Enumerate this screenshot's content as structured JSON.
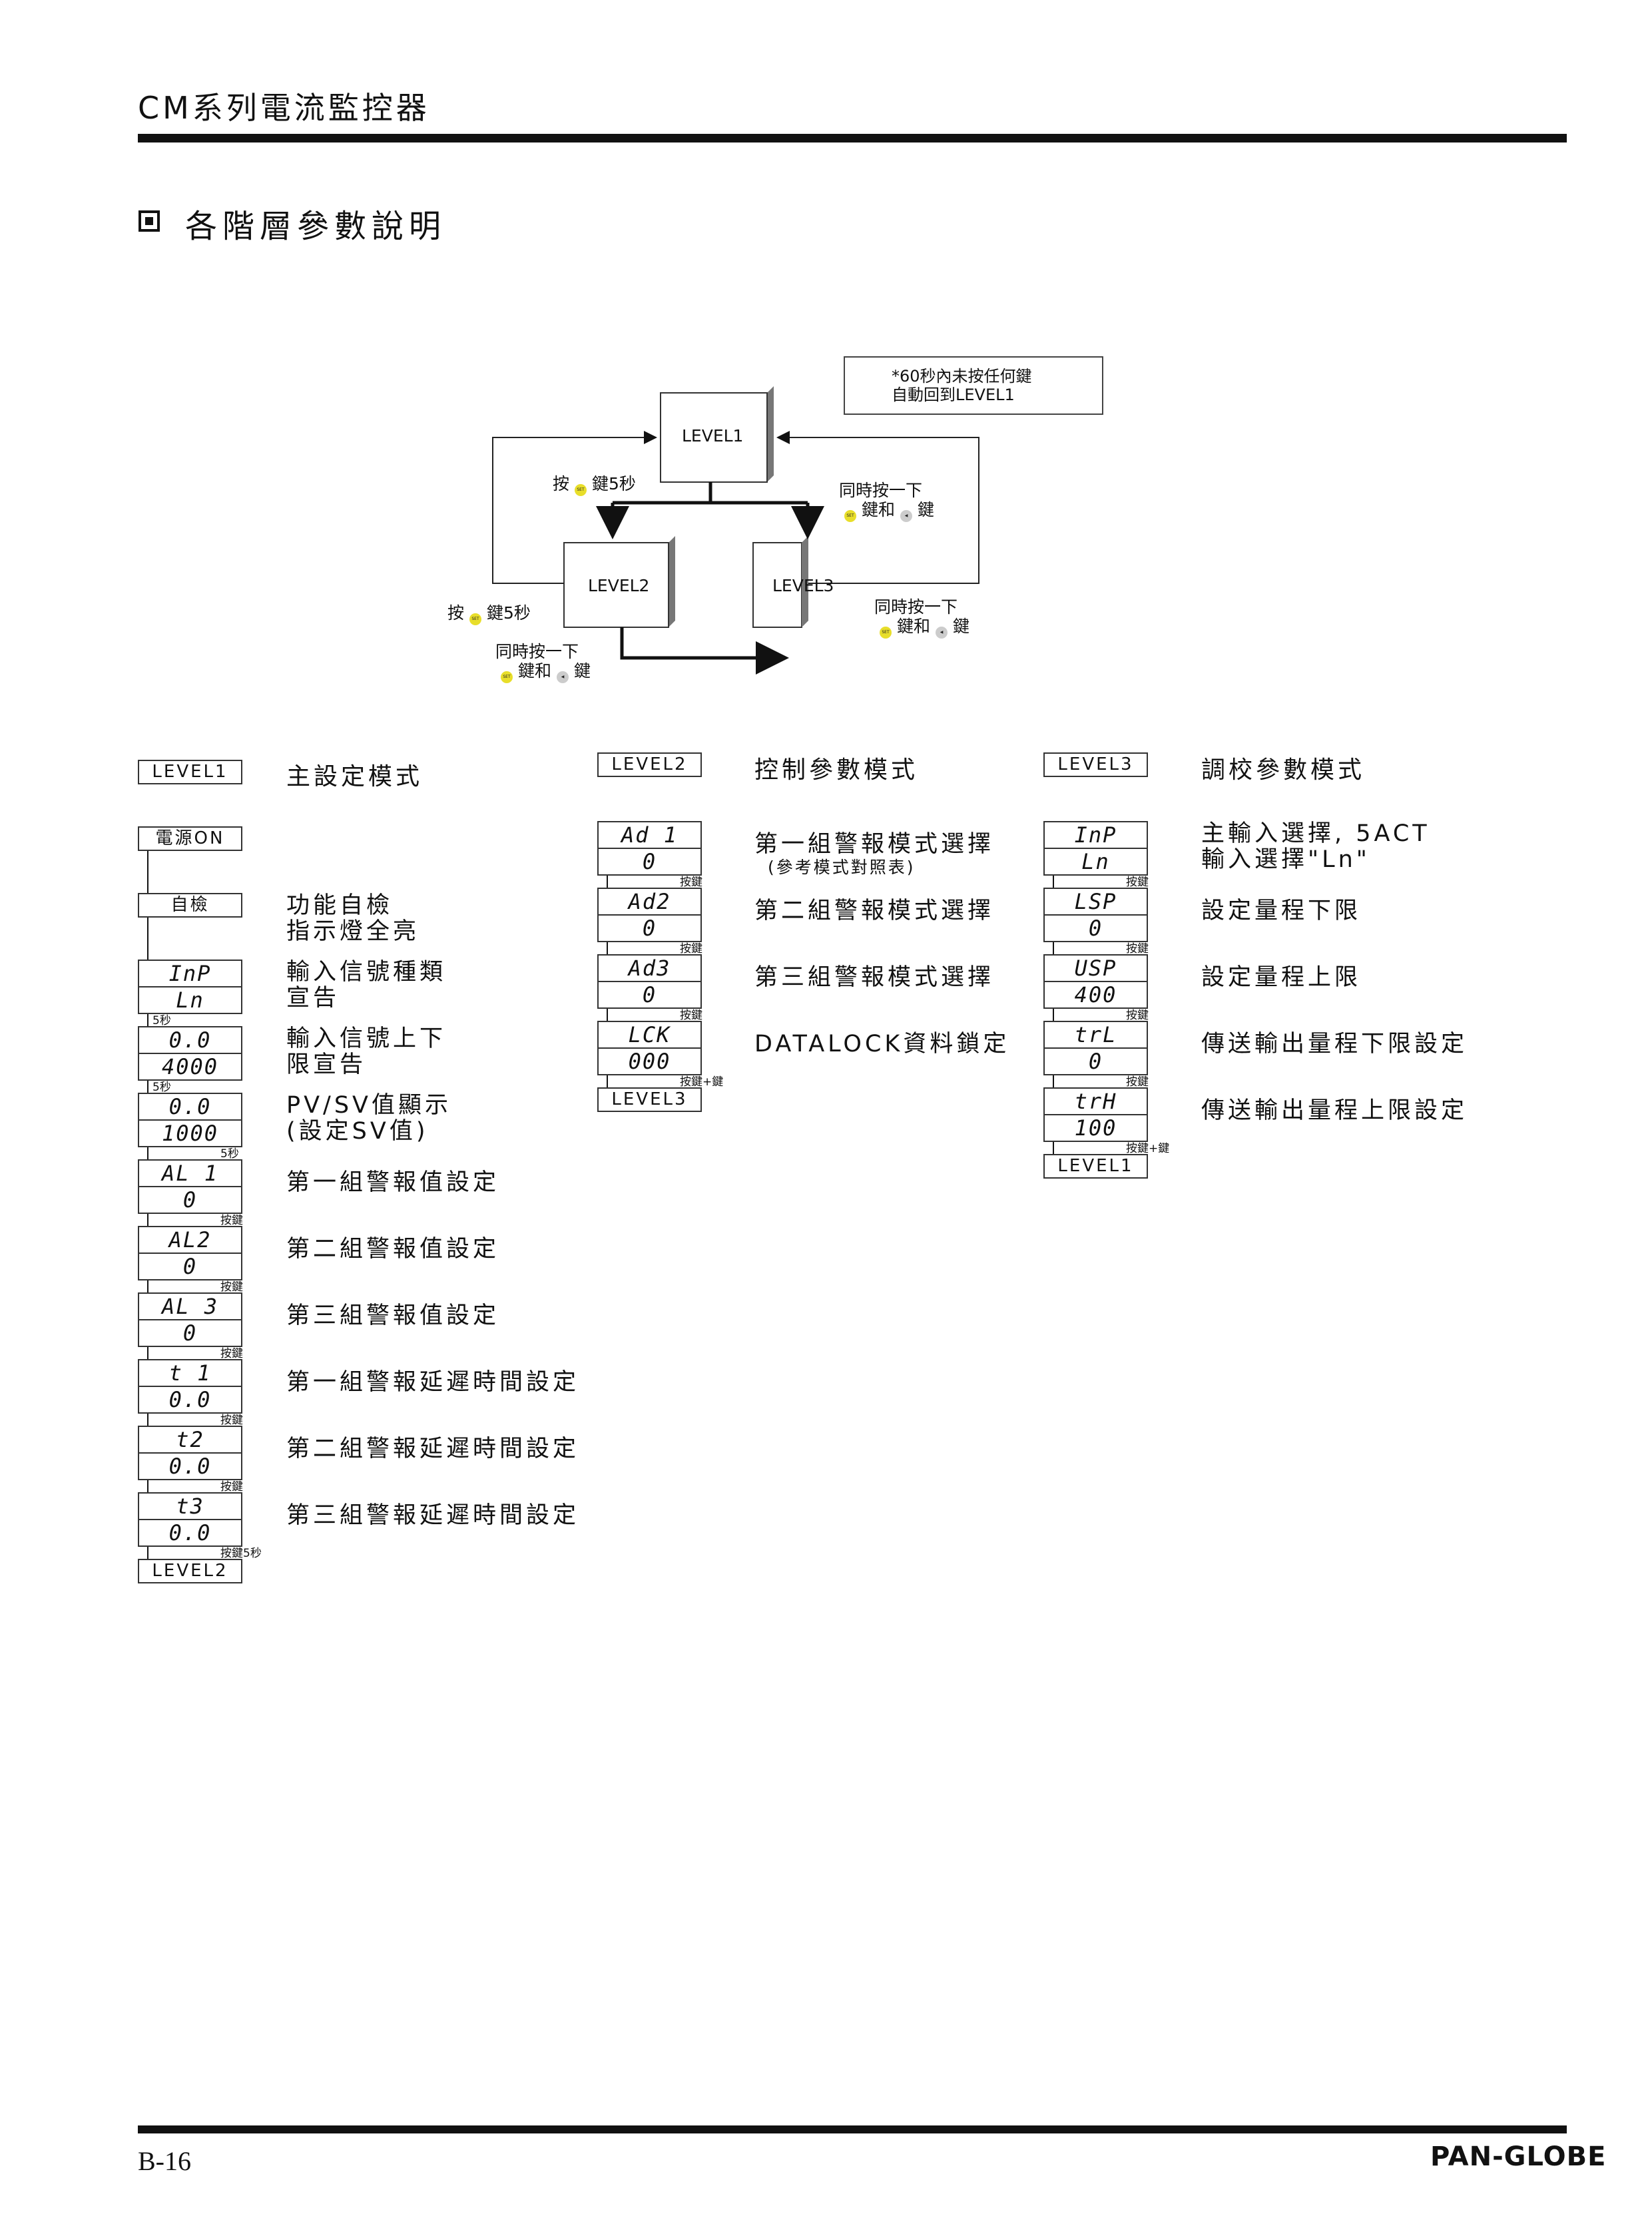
{
  "header": {
    "title": "CM系列電流監控器"
  },
  "section": {
    "title": "各階層參數說明"
  },
  "diagram": {
    "note": [
      "*60秒內未按任何鍵",
      "自動回到LEVEL1"
    ],
    "nodes": {
      "level1": "LEVEL1",
      "level2": "LEVEL2",
      "level3": "LEVEL3"
    },
    "t_press": "按",
    "t_key5s": "鍵5秒",
    "t_same": "同時按一下",
    "t_keyand": "鍵和",
    "t_key": "鍵"
  },
  "cols": [
    {
      "label": "LEVEL1",
      "title": "主設定模式",
      "items": [
        {
          "kind": "box",
          "value": "電源ON",
          "desc": []
        },
        {
          "kind": "box",
          "value": "自檢",
          "desc": [
            "功能自檢",
            "指示燈全亮"
          ]
        },
        {
          "kind": "pair",
          "top": "InP",
          "bot": "Ln",
          "desc": [
            "輸入信號種類",
            "宣告"
          ]
        },
        {
          "kind": "pair",
          "top": "0.0",
          "bot": "4000",
          "desc": [
            "輸入信號上下",
            "限宣告"
          ]
        },
        {
          "kind": "pair",
          "top": "0.0",
          "bot": "1000",
          "desc": [
            "PV/SV值顯示",
            "(設定SV值)"
          ]
        },
        {
          "kind": "pair",
          "top": "AL 1",
          "bot": "0",
          "desc": [
            "第一組警報值設定"
          ]
        },
        {
          "kind": "pair",
          "top": "AL2",
          "bot": "0",
          "desc": [
            "第二組警報值設定"
          ]
        },
        {
          "kind": "pair",
          "top": "AL 3",
          "bot": "0",
          "desc": [
            "第三組警報值設定"
          ]
        },
        {
          "kind": "pair",
          "top": "t 1",
          "bot": "0.0",
          "desc": [
            "第一組警報延遲時間設定"
          ]
        },
        {
          "kind": "pair",
          "top": "t2",
          "bot": "0.0",
          "desc": [
            "第二組警報延遲時間設定"
          ]
        },
        {
          "kind": "pair",
          "top": "t3",
          "bot": "0.0",
          "desc": [
            "第三組警報延遲時間設定"
          ]
        },
        {
          "kind": "box",
          "value": "LEVEL2",
          "desc": []
        }
      ],
      "arrows": [
        "",
        "",
        "5秒",
        "5秒",
        "5秒",
        "按鍵",
        "按鍵",
        "按鍵",
        "按鍵",
        "按鍵",
        "按鍵5秒"
      ]
    },
    {
      "label": "LEVEL2",
      "title": "控制參數模式",
      "items": [
        {
          "kind": "pair",
          "top": "Ad 1",
          "bot": "0",
          "desc": [
            "第一組警報模式選擇"
          ],
          "sub": "(參考模式對照表)"
        },
        {
          "kind": "pair",
          "top": "Ad2",
          "bot": "0",
          "desc": [
            "第二組警報模式選擇"
          ]
        },
        {
          "kind": "pair",
          "top": "Ad3",
          "bot": "0",
          "desc": [
            "第三組警報模式選擇"
          ]
        },
        {
          "kind": "pair",
          "top": "LCK",
          "bot": "000",
          "desc": [
            "DATALOCK資料鎖定"
          ]
        },
        {
          "kind": "box",
          "value": "LEVEL3",
          "desc": []
        }
      ],
      "arrows": [
        "按鍵",
        "按鍵",
        "按鍵",
        "按鍵+鍵"
      ]
    },
    {
      "label": "LEVEL3",
      "title": "調校參數模式",
      "items": [
        {
          "kind": "pair",
          "top": "InP",
          "bot": "Ln",
          "desc": [
            "主輸入選擇, 5ACT",
            "輸入選擇\"Ln\""
          ]
        },
        {
          "kind": "pair",
          "top": "LSP",
          "bot": "0",
          "desc": [
            "設定量程下限"
          ]
        },
        {
          "kind": "pair",
          "top": "USP",
          "bot": "400",
          "desc": [
            "設定量程上限"
          ]
        },
        {
          "kind": "pair",
          "top": "trL",
          "bot": "0",
          "desc": [
            "傳送輸出量程下限設定"
          ]
        },
        {
          "kind": "pair",
          "top": "trH",
          "bot": "100",
          "desc": [
            "傳送輸出量程上限設定"
          ]
        },
        {
          "kind": "box",
          "value": "LEVEL1",
          "desc": []
        }
      ],
      "arrows": [
        "按鍵",
        "按鍵",
        "按鍵",
        "按鍵",
        "按鍵+鍵"
      ]
    }
  ],
  "footer": {
    "page": "B-16",
    "brand": "PAN-GLOBE"
  }
}
